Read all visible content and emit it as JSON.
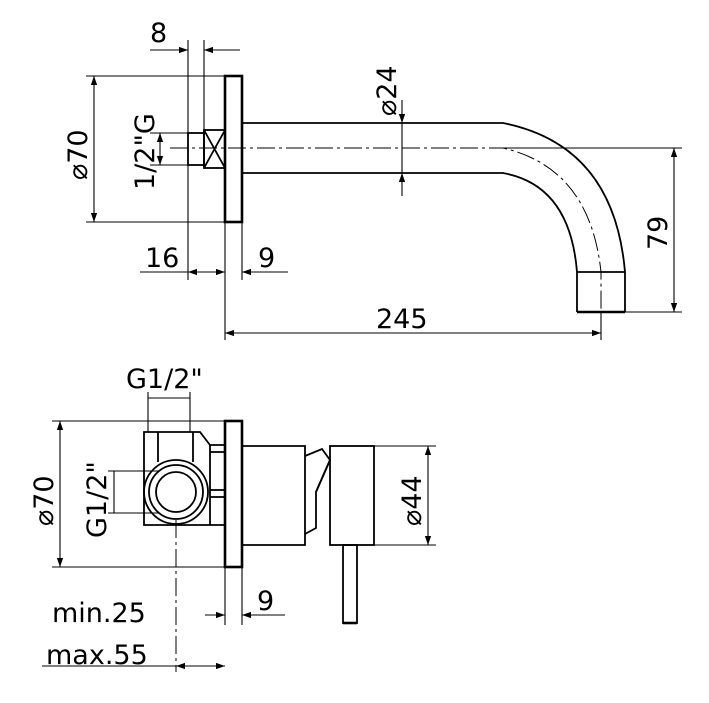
{
  "top_view": {
    "dim_flange_thickness": "8",
    "dim_diameter_flange": "⌀70",
    "dim_thread": "1/2\"G",
    "dim_diameter_spout": "⌀24",
    "dim_height": "79",
    "dim_depth_16": "16",
    "dim_depth_9": "9",
    "dim_length": "245"
  },
  "bottom_view": {
    "dim_inlet_top": "G1/2\"",
    "dim_inlet_side": "G1/2\"",
    "dim_diameter_flange": "⌀70",
    "dim_diameter_body": "⌀44",
    "dim_depth_9": "9",
    "dim_min": "min.25",
    "dim_max": "max.55"
  }
}
